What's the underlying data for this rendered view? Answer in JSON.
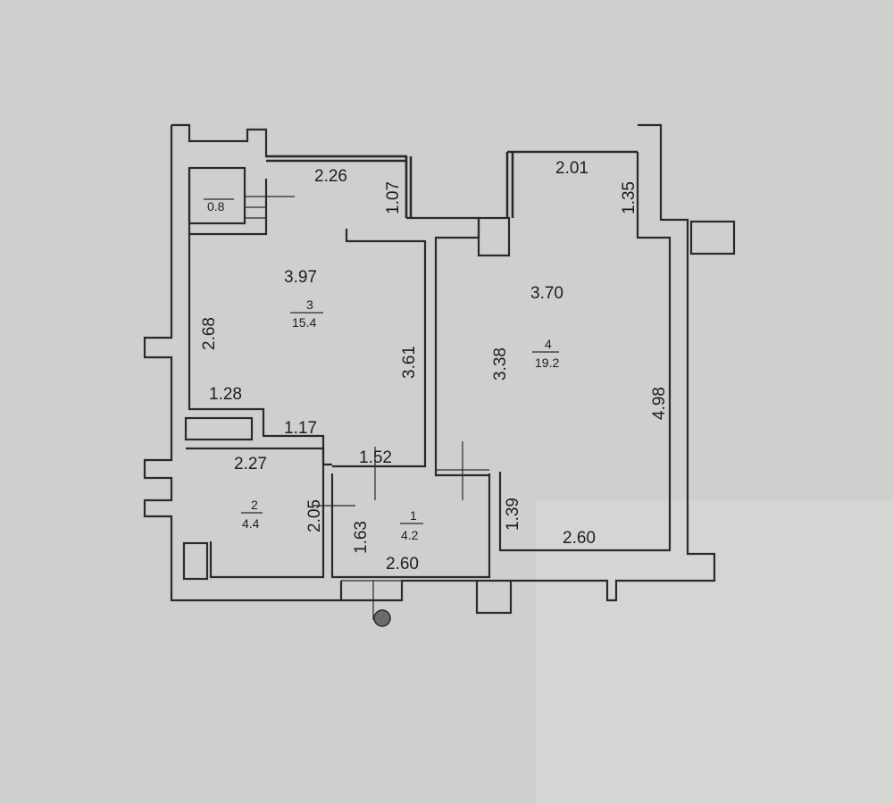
{
  "colors": {
    "paper": "#cfcfcd",
    "ink": "#2a2a2a"
  },
  "plan": {
    "rooms": [
      {
        "id": "1",
        "number": "1",
        "area": "4.2"
      },
      {
        "id": "2",
        "number": "2",
        "area": "4.4"
      },
      {
        "id": "3",
        "number": "3",
        "area": "15.4"
      },
      {
        "id": "4",
        "number": "4",
        "area": "19.2"
      },
      {
        "id": "balcony",
        "area": "0.8"
      }
    ],
    "dimensions": [
      "2.26",
      "1.07",
      "3.97",
      "2.68",
      "3.61",
      "1.28",
      "1.17",
      "2.27",
      "2.05",
      "1.63",
      "1.52",
      "2.60",
      "2.01",
      "1.35",
      "3.70",
      "3.38",
      "4.98",
      "1.39",
      "2.60"
    ]
  }
}
